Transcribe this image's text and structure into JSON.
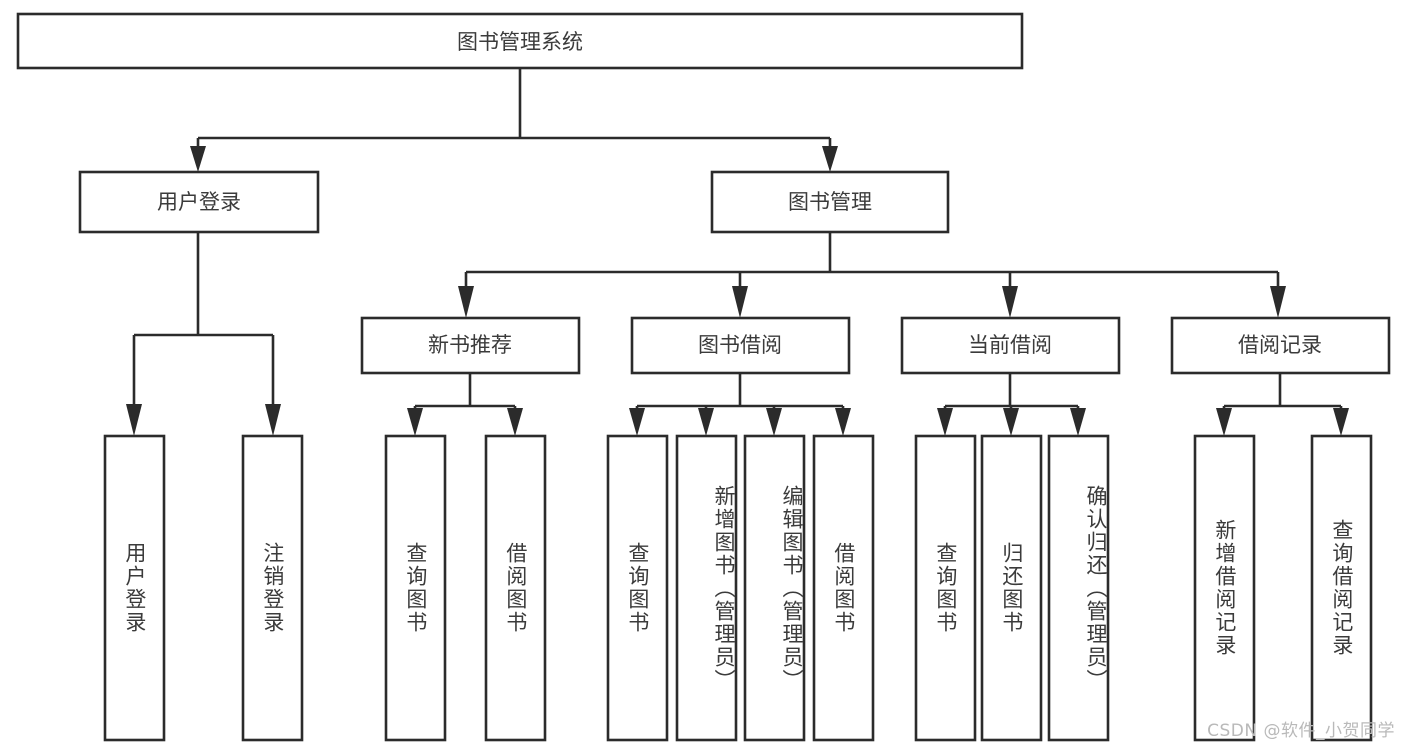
{
  "diagram": {
    "type": "tree",
    "title": "图书管理系统",
    "root": {
      "id": "root",
      "label": "图书管理系统",
      "orientation": "horizontal"
    },
    "level1": [
      {
        "id": "user-login",
        "label": "用户登录",
        "orientation": "horizontal"
      },
      {
        "id": "book-manage",
        "label": "图书管理",
        "orientation": "horizontal"
      }
    ],
    "level2": [
      {
        "id": "new-book-rec",
        "label": "新书推荐",
        "parent": "book-manage",
        "orientation": "horizontal"
      },
      {
        "id": "book-borrow",
        "label": "图书借阅",
        "parent": "book-manage",
        "orientation": "horizontal"
      },
      {
        "id": "current-borrow",
        "label": "当前借阅",
        "parent": "book-manage",
        "orientation": "horizontal"
      },
      {
        "id": "borrow-record",
        "label": "借阅记录",
        "parent": "book-manage",
        "orientation": "horizontal"
      }
    ],
    "leaves": [
      {
        "id": "leaf-user-login",
        "label": "用户登录",
        "parent": "user-login",
        "orientation": "vertical"
      },
      {
        "id": "leaf-user-logout",
        "label": "注销登录",
        "parent": "user-login",
        "orientation": "vertical"
      },
      {
        "id": "leaf-query-book-1",
        "label": "查询图书",
        "parent": "new-book-rec",
        "orientation": "vertical"
      },
      {
        "id": "leaf-borrow-book-1",
        "label": "借阅图书",
        "parent": "new-book-rec",
        "orientation": "vertical"
      },
      {
        "id": "leaf-query-book-2",
        "label": "查询图书",
        "parent": "book-borrow",
        "orientation": "vertical"
      },
      {
        "id": "leaf-add-book",
        "label": "新增图书（管理员）",
        "parent": "book-borrow",
        "orientation": "vertical"
      },
      {
        "id": "leaf-edit-book",
        "label": "编辑图书（管理员）",
        "parent": "book-borrow",
        "orientation": "vertical"
      },
      {
        "id": "leaf-borrow-book-2",
        "label": "借阅图书",
        "parent": "book-borrow",
        "orientation": "vertical"
      },
      {
        "id": "leaf-query-book-3",
        "label": "查询图书",
        "parent": "current-borrow",
        "orientation": "vertical"
      },
      {
        "id": "leaf-return-book",
        "label": "归还图书",
        "parent": "current-borrow",
        "orientation": "vertical"
      },
      {
        "id": "leaf-confirm-return",
        "label": "确认归还（管理员）",
        "parent": "current-borrow",
        "orientation": "vertical"
      },
      {
        "id": "leaf-add-record",
        "label": "新增借阅记录",
        "parent": "borrow-record",
        "orientation": "vertical"
      },
      {
        "id": "leaf-query-record",
        "label": "查询借阅记录",
        "parent": "borrow-record",
        "orientation": "vertical"
      }
    ],
    "colors": {
      "stroke": "#2b2b2b",
      "fill": "#ffffff",
      "text": "#3b3b3b",
      "watermark": "#b9b9b9"
    }
  },
  "watermark": {
    "text": "CSDN @软件_小贺同学"
  }
}
